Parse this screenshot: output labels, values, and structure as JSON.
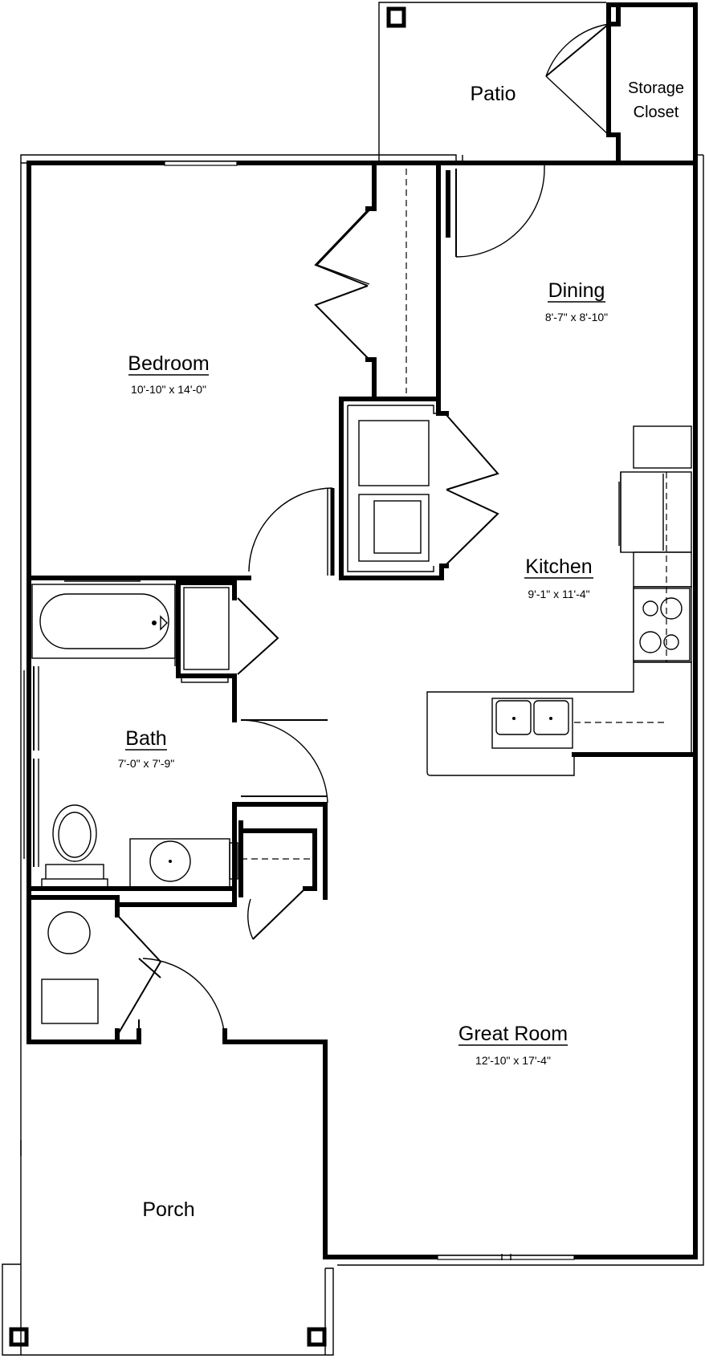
{
  "rooms": {
    "patio": {
      "name": "Patio"
    },
    "storage": {
      "name_line1": "Storage",
      "name_line2": "Closet"
    },
    "dining": {
      "name": "Dining",
      "dims": "8'-7\" x 8'-10\""
    },
    "bedroom": {
      "name": "Bedroom",
      "dims": "10'-10\" x 14'-0\""
    },
    "kitchen": {
      "name": "Kitchen",
      "dims": "9'-1\" x 11'-4\""
    },
    "bath": {
      "name": "Bath",
      "dims": "7'-0\" x 7'-9\""
    },
    "great_room": {
      "name": "Great Room",
      "dims": "12'-10\" x 17'-4\""
    },
    "porch": {
      "name": "Porch"
    }
  }
}
